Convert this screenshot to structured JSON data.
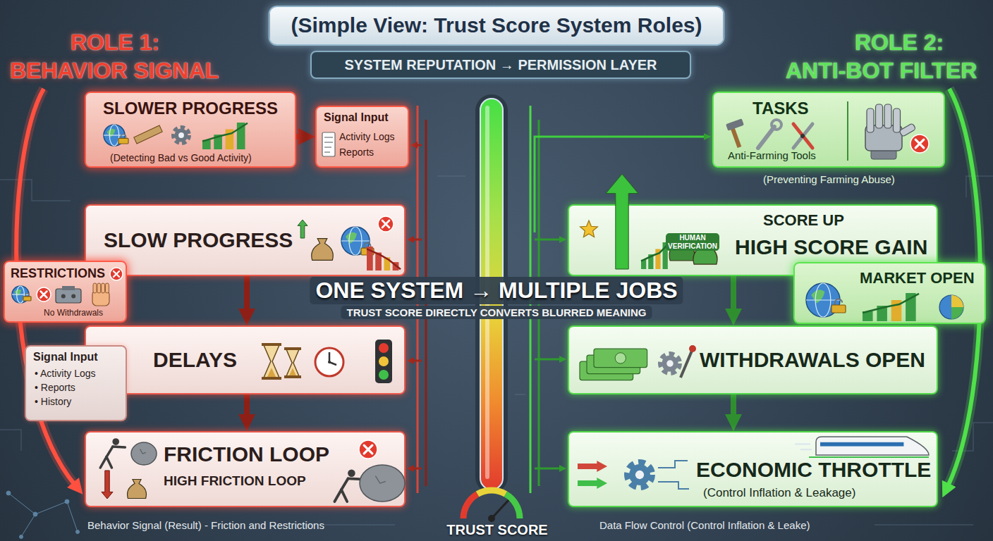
{
  "diagram": {
    "title": "(Simple View: Trust Score System Roles)",
    "nodes": [
      {
        "text": [
          "SYSTEM REPUTATION → PERMISSION LAYER"
        ]
      },
      {
        "text": [
          "SLOWER PROGRESS",
          "(Detecting Bad vs Good Activity)"
        ]
      },
      {
        "text": [
          "Signal Input",
          "Activity Logs",
          "Reports"
        ]
      },
      {
        "text": [
          "TASKS",
          "Anti-Farming Tools",
          "(Preventing Farming Abuse)"
        ]
      },
      {
        "text": [
          "SLOW PROGRESS"
        ]
      },
      {
        "text": [
          "SCORE UP",
          "HIGH SCORE GAIN"
        ]
      },
      {
        "text": [
          "RESTRICTIONS",
          "No Withdrawals"
        ]
      },
      {
        "text": [
          "MARKET OPEN"
        ]
      },
      {
        "text": [
          "DELAYS"
        ]
      },
      {
        "text": [
          "WITHDRAWALS OPEN"
        ]
      },
      {
        "text": [
          "Signal Input",
          "• Activity Logs",
          "• Reports",
          "• History"
        ]
      },
      {
        "text": [
          "FRICTION LOOP",
          "HIGH FRICTION LOOP"
        ]
      },
      {
        "text": [
          "ECONOMIC THROTTLE",
          "(Control Inflation & Leakage)"
        ]
      }
    ],
    "edges": [
      {
        "from": 1,
        "to": 2,
        "arrow": "to"
      },
      {
        "from": 4,
        "to": 8,
        "arrow": "to"
      },
      {
        "from": 8,
        "to": 11,
        "arrow": "to"
      },
      {
        "from": 5,
        "to": 9,
        "arrow": "to"
      },
      {
        "from": 9,
        "to": 12,
        "arrow": "to"
      }
    ],
    "labels": [
      "ROLE 1:",
      "BEHAVIOR SIGNAL",
      "ROLE 2:",
      "ANTI-BOT FILTER",
      "HUMAN VERIFICATION",
      "ONE SYSTEM → MULTIPLE JOBS",
      "TRUST SCORE DIRECTLY CONVERTS BLURRED MEANING",
      "Behavior Signal (Result) - Friction and Restrictions",
      "TRUST SCORE",
      "Data Flow Control (Control Inflation & Leake)"
    ]
  }
}
